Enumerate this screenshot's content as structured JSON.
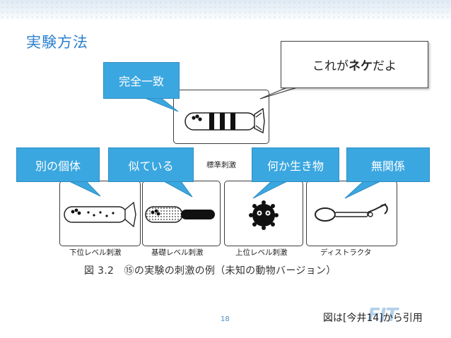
{
  "slide": {
    "title": "実験方法",
    "page_number": "18",
    "citation": "図は[今井14]から引用",
    "logo_text": "FIT"
  },
  "figure": {
    "standard_label": "標準刺激",
    "stimuli": [
      {
        "label": "下位レベル刺激"
      },
      {
        "label": "基礎レベル刺激"
      },
      {
        "label": "上位レベル刺激"
      },
      {
        "label": "ディストラクタ"
      }
    ],
    "caption": "図 3.2　⑮の実験の刺激の例（未知の動物バージョン）"
  },
  "callouts": {
    "exact_match": "完全一致",
    "different_individual": "別の個体",
    "similar": "似ている",
    "some_creature": "何か生き物",
    "unrelated": "無関係"
  },
  "speech_bubble": {
    "prefix": "これが",
    "highlight": "ネケ",
    "suffix": "だよ"
  },
  "colors": {
    "title": "#2a7fd0",
    "callout_fill": "#3ba7e0",
    "callout_text": "#ffffff"
  }
}
